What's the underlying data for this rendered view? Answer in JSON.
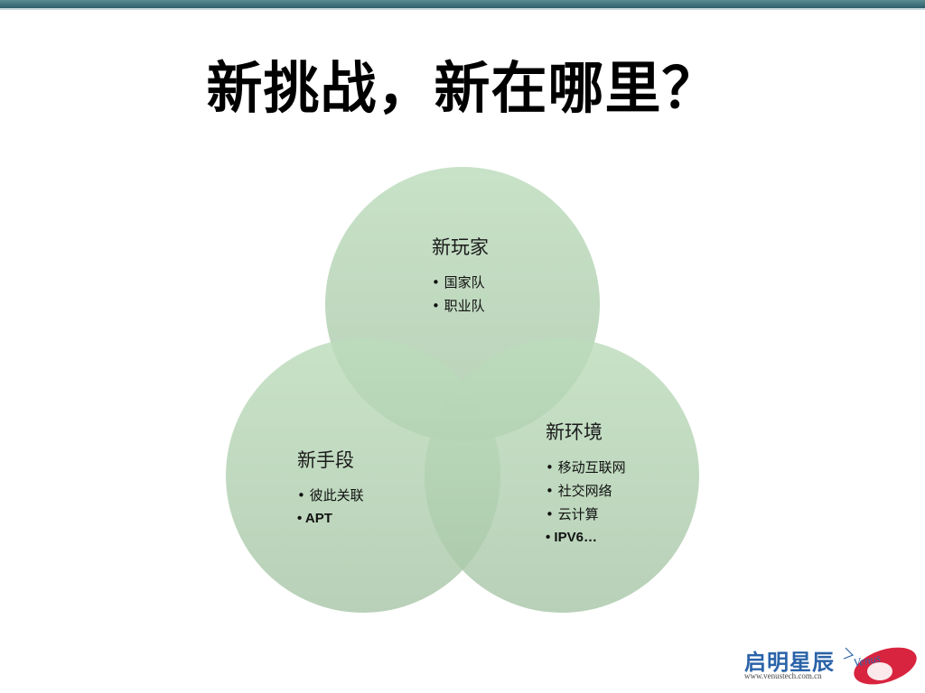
{
  "slide": {
    "title": "新挑战，新在哪里？"
  },
  "venn": {
    "fill_color": "#93bd93",
    "groups": [
      {
        "heading": "新玩家",
        "items": [
          "国家队",
          "职业队"
        ]
      },
      {
        "heading": "新手段",
        "items": [
          "彼此关联",
          "APT"
        ]
      },
      {
        "heading": "新环境",
        "items": [
          "移动互联网",
          "社交网络",
          "云计算",
          "IPV6…"
        ]
      }
    ]
  },
  "logo": {
    "brand_text": "启明星辰",
    "url_text": "www.venustech.com.cn",
    "mark_text": "Venus",
    "brand_color": "#2a63a8",
    "mark_color": "#d8243f"
  }
}
